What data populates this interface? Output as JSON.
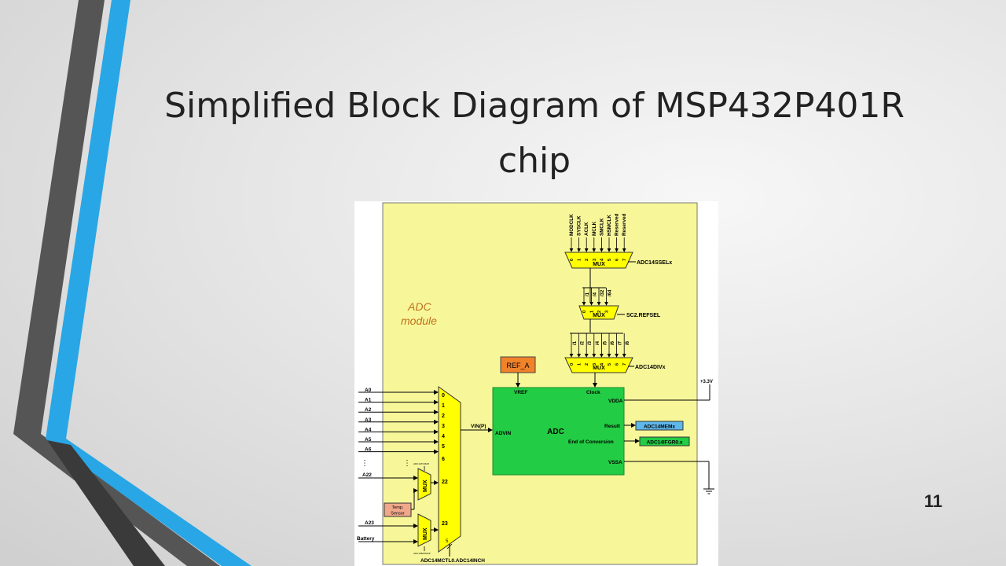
{
  "slide": {
    "title": "Simplified Block Diagram of MSP432P401R chip",
    "slide_number": "11"
  },
  "diagram": {
    "module_label_line1": "ADC",
    "module_label_line2": "module",
    "clock_sources": [
      "MODCLK",
      "SYSCLK",
      "ACLK",
      "MCLK",
      "SMCLK",
      "HSMCLK",
      "Reserved",
      "Reserved"
    ],
    "mux1": {
      "inputs": [
        "0",
        "1",
        "2",
        "3",
        "4",
        "5",
        "6",
        "7"
      ],
      "label": "MUX",
      "select": "ADC14SSELx"
    },
    "predivider": {
      "taps": [
        "/1",
        "/4",
        "/32",
        "/64"
      ],
      "inputs": [
        "0",
        "1",
        "2",
        "3"
      ],
      "label": "MUX",
      "select": "SC2.REFSEL"
    },
    "divider": {
      "taps": [
        "/1",
        "/2",
        "/3",
        "/4",
        "/5",
        "/6",
        "/7",
        "/8"
      ],
      "inputs": [
        "0",
        "1",
        "2",
        "3",
        "4",
        "5",
        "6",
        "7"
      ],
      "label": "MUX",
      "select": "ADC14DIVx"
    },
    "ref": "REF_A",
    "adc": {
      "title": "ADC",
      "vref": "VREF",
      "clock": "Clock",
      "vdda": "VDDA",
      "advin": "ADVIN",
      "result": "Result",
      "end_of_conversion": "End of Conversion",
      "vssa": "VSSA"
    },
    "vin_label": "VIN(P)",
    "supply": "+3.3V",
    "result_reg": "ADC14MEMx",
    "flag_reg": "ADC14IFGR0.x",
    "analog_inputs": [
      "A0",
      "A1",
      "A2",
      "A3",
      "A4",
      "A5",
      "A6"
    ],
    "main_mux_inputs": [
      "0",
      "1",
      "2",
      "3",
      "4",
      "5",
      "6",
      "22",
      "23"
    ],
    "ellipsis": "⋮",
    "a22": "A22",
    "a23": "A23",
    "battery": "Battery",
    "temp_sensor_line1": "Temp.",
    "temp_sensor_line2": "Sensor",
    "small_mux_label": "MUX",
    "small_mux1_select": "ADC14TCMAP",
    "small_mux2_select": "ADC14BATMAP",
    "bus_width": "5",
    "channel_select": "ADC14MCTL0.ADC14INCH"
  }
}
